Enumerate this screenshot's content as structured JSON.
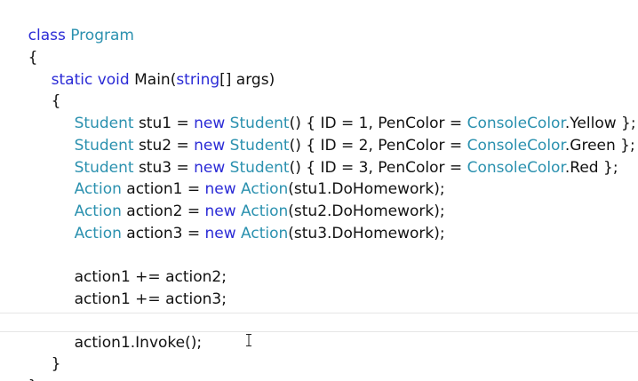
{
  "code": {
    "l1": {
      "kw": "class",
      "sp": " ",
      "type": "Program"
    },
    "l2": {
      "text": "{"
    },
    "l3": {
      "kw1": "static",
      "sp1": " ",
      "kw2": "void",
      "text1": " Main(",
      "kw3": "string",
      "text2": "[] args)"
    },
    "l4": {
      "text": "{"
    },
    "l5": {
      "t1": "Student",
      "a": " stu1 = ",
      "k": "new",
      "sp": " ",
      "t2": "Student",
      "b": "() { ID = 1, PenColor = ",
      "t3": "ConsoleColor",
      "c": ".Yellow };"
    },
    "l6": {
      "t1": "Student",
      "a": " stu2 = ",
      "k": "new",
      "sp": " ",
      "t2": "Student",
      "b": "() { ID = 2, PenColor = ",
      "t3": "ConsoleColor",
      "c": ".Green };"
    },
    "l7": {
      "t1": "Student",
      "a": " stu3 = ",
      "k": "new",
      "sp": " ",
      "t2": "Student",
      "b": "() { ID = 3, PenColor = ",
      "t3": "ConsoleColor",
      "c": ".Red };"
    },
    "l8": {
      "t1": "Action",
      "a": " action1 = ",
      "k": "new",
      "sp": " ",
      "t2": "Action",
      "b": "(stu1.DoHomework);"
    },
    "l9": {
      "t1": "Action",
      "a": " action2 = ",
      "k": "new",
      "sp": " ",
      "t2": "Action",
      "b": "(stu2.DoHomework);"
    },
    "l10": {
      "t1": "Action",
      "a": " action3 = ",
      "k": "new",
      "sp": " ",
      "t2": "Action",
      "b": "(stu3.DoHomework);"
    },
    "l11": {
      "text": "action1 += action2;"
    },
    "l12": {
      "text": "action1 += action3;"
    },
    "l13": {
      "text": "action1.Invoke();"
    },
    "l14": {
      "text": "}"
    },
    "l15": {
      "text": "}"
    }
  },
  "colors": {
    "keyword": "#2b2bd6",
    "type": "#2b91af",
    "text": "#111111"
  }
}
